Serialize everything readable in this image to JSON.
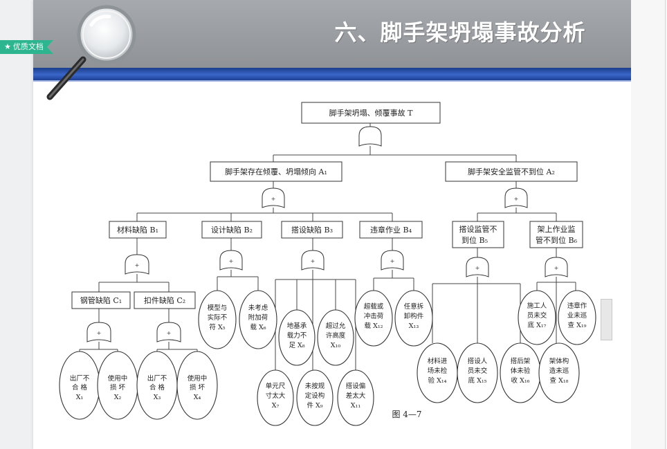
{
  "badge": {
    "star": "★",
    "label": "优质文档"
  },
  "slide": {
    "title": "六、脚手架坍塌事故分析"
  },
  "diagram": {
    "top_event": "脚手架坍塌、倾覆事故 T",
    "gate_symbol": "+",
    "intermediate": {
      "A1": "脚手架存在倾覆、坍塌倾向 A₁",
      "A2": "脚手架安全监管不到位 A₂",
      "B1": "材料缺陷 B₁",
      "B2": "设计缺陷 B₂",
      "B3": "搭设缺陷 B₃",
      "B4": "违章作业 B₄",
      "B5": [
        "搭设监管不",
        "到位 B₅"
      ],
      "B6": [
        "架上作业监",
        "管不到位 B₆"
      ],
      "C1": "钢管缺陷 C₁",
      "C2": "扣件缺陷 C₂"
    },
    "basic_events": {
      "X1": [
        "出厂不",
        "合 格",
        "X₁"
      ],
      "X2": [
        "使用中",
        "损 坏",
        "X₂"
      ],
      "X3": [
        "出厂不",
        "合 格",
        "X₃"
      ],
      "X4": [
        "使用中",
        "损 坏",
        "X₄"
      ],
      "X5": [
        "模型与",
        "实际不",
        "符 X₅"
      ],
      "X6": [
        "未考虑",
        "附加荷",
        "载 X₆"
      ],
      "X7": [
        "单元尺",
        "寸太大",
        "X₇"
      ],
      "X8": [
        "地基承",
        "载力不",
        "足 X₈"
      ],
      "X9": [
        "未按规",
        "定设构",
        "件 X₉"
      ],
      "X10": [
        "超过允",
        "许高度",
        "X₁₀"
      ],
      "X11": [
        "搭设偏",
        "差太大",
        "X₁₁"
      ],
      "X12": [
        "超载或",
        "冲击荷",
        "载 X₁₂"
      ],
      "X13": [
        "任意拆",
        "卸构件",
        "X₁₃"
      ],
      "X14": [
        "材料进",
        "场未检",
        "验 X₁₄"
      ],
      "X15": [
        "搭设人",
        "员未交",
        "底 X₁₅"
      ],
      "X16": [
        "搭后架",
        "体未验",
        "收 X₁₆"
      ],
      "X17": [
        "施工人",
        "员未交",
        "底 X₁₇"
      ],
      "X18": [
        "架体构",
        "造未巡",
        "查 X₁₈"
      ],
      "X19": [
        "违章作",
        "业未巡",
        "查 X₁₉"
      ]
    },
    "caption": "图 4—7"
  }
}
